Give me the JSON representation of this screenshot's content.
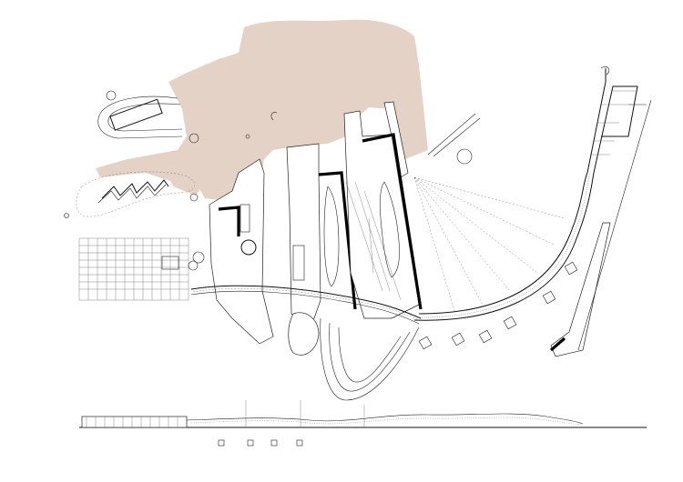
{
  "drawing": {
    "view": "site-plan-with-elevation",
    "colors": {
      "background": "#ffffff",
      "land_wash": "#e5d2c6",
      "linework": "#222222",
      "accent_wall": "#000000"
    },
    "elements": [
      "land-wash",
      "loop-road-north",
      "serpentine-park",
      "grid-platform",
      "central-pier",
      "ship-dock-left",
      "ship-dock-right",
      "curved-boardwalk",
      "long-jetty",
      "pedestrian-bridge",
      "street-elevation"
    ]
  }
}
